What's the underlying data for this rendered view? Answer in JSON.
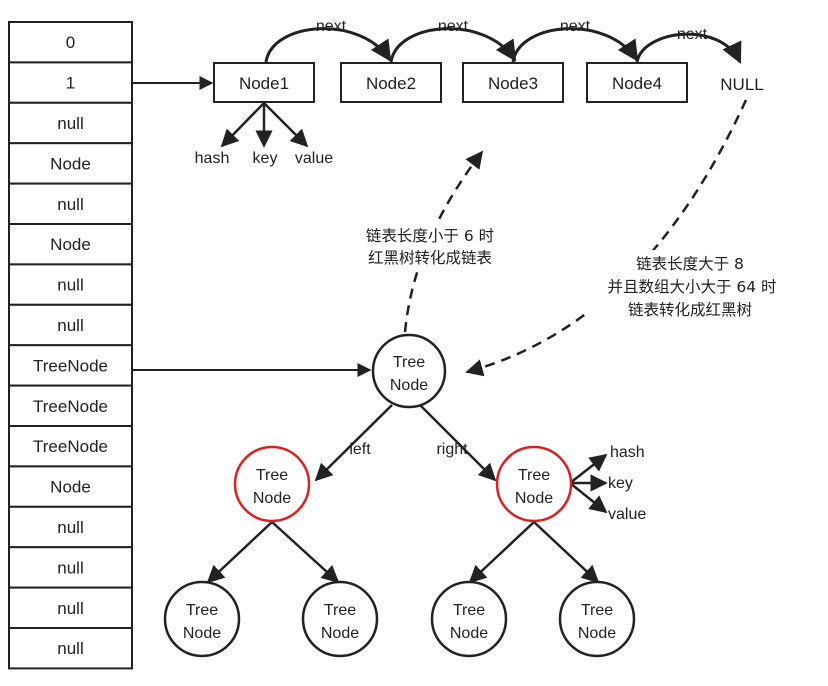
{
  "array": {
    "cells": [
      "0",
      "1",
      "null",
      "Node",
      "null",
      "Node",
      "null",
      "null",
      "TreeNode",
      "TreeNode",
      "TreeNode",
      "Node",
      "null",
      "null",
      "null",
      "null"
    ]
  },
  "linked_list": {
    "nodes": [
      "Node1",
      "Node2",
      "Node3",
      "Node4"
    ],
    "terminal": "NULL",
    "next_label": "next",
    "fields": [
      "hash",
      "key",
      "value"
    ]
  },
  "annotations": {
    "to_list": [
      "链表长度小于 6 时",
      "红黑树转化成链表"
    ],
    "to_tree": [
      "链表长度大于 8",
      "并且数组大小大于 64 时",
      "链表转化成红黑树"
    ]
  },
  "tree": {
    "node_label": [
      "Tree",
      "Node"
    ],
    "left_label": "left",
    "right_label": "right",
    "fields": [
      "hash",
      "key",
      "value"
    ]
  },
  "colors": {
    "stroke": "#222222",
    "red_node": "#e02020"
  }
}
